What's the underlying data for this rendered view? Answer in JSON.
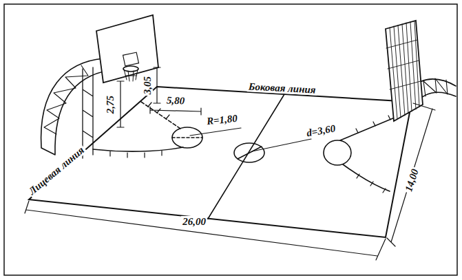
{
  "diagram": {
    "labels": [
      "Боковая линия",
      "Лицевая линия",
      "5,80",
      "R=1,80",
      "d=3,60",
      "26,00",
      "14,00",
      "2,75",
      "3,05"
    ]
  }
}
